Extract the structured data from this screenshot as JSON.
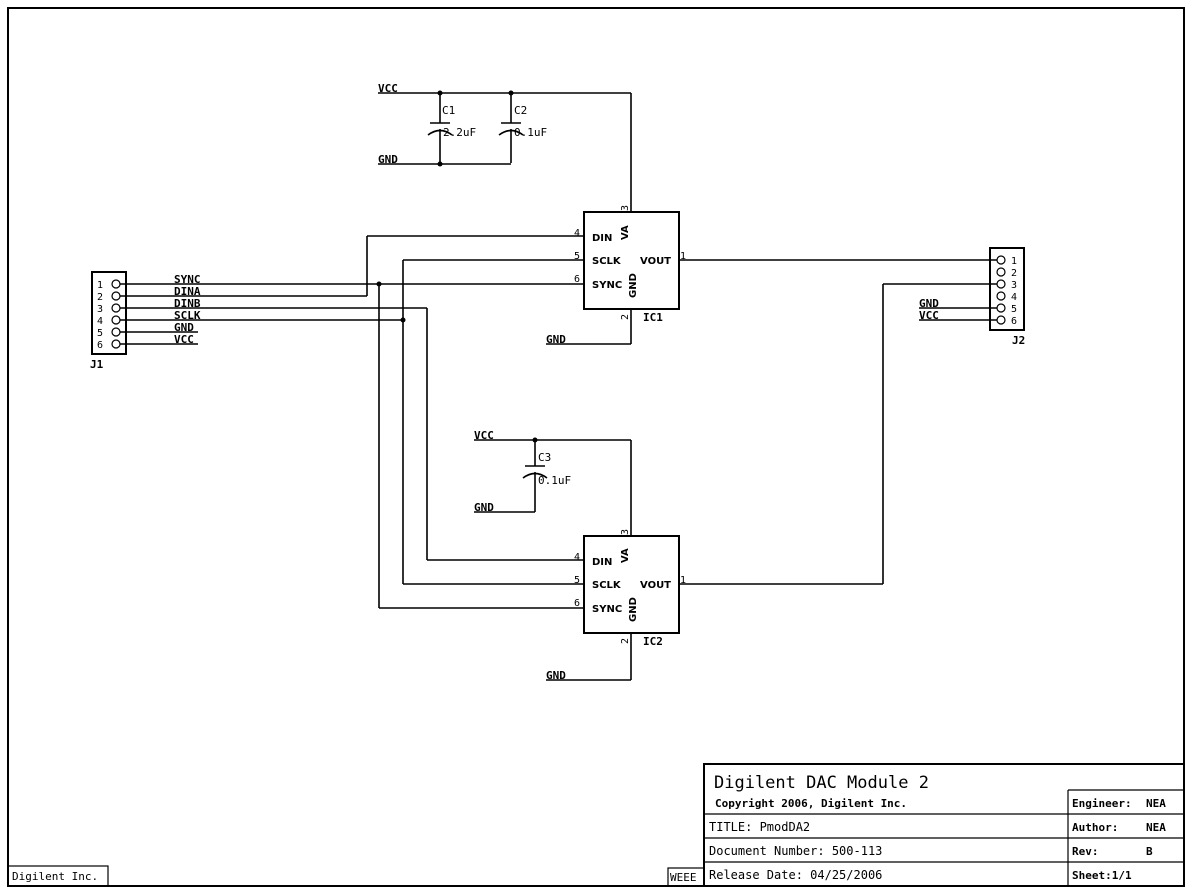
{
  "company": "Digilent Inc.",
  "weee": "WEEE",
  "title_block": {
    "main_title": "Digilent DAC Module 2",
    "copyright": "Copyright 2006, Digilent Inc.",
    "title": "TITLE: PmodDA2",
    "document_number": "Document Number: 500-113",
    "release_date": "Release Date: 04/25/2006",
    "engineer_label": "Engineer:",
    "engineer_value": "NEA",
    "author_label": "Author:",
    "author_value": "NEA",
    "rev_label": "Rev:",
    "rev_value": "B",
    "sheet": "Sheet:1/1"
  },
  "nets": {
    "vcc": "VCC",
    "gnd": "GND",
    "sync": "SYNC",
    "dina": "DINA",
    "dinb": "DINB",
    "sclk": "SCLK"
  },
  "capacitors": {
    "c1": {
      "ref": "C1",
      "value": "2.2uF"
    },
    "c2": {
      "ref": "C2",
      "value": "0.1uF"
    },
    "c3": {
      "ref": "C3",
      "value": "0.1uF"
    }
  },
  "ic1": {
    "ref": "IC1",
    "pins": {
      "din": "DIN",
      "sclk": "SCLK",
      "sync": "SYNC",
      "va": "VA",
      "gnd": "GND",
      "vout": "VOUT"
    },
    "pin_numbers": {
      "din": "4",
      "sclk": "5",
      "sync": "6",
      "va": "3",
      "gnd": "2",
      "vout": "1"
    }
  },
  "ic2": {
    "ref": "IC2",
    "pins": {
      "din": "DIN",
      "sclk": "SCLK",
      "sync": "SYNC",
      "va": "VA",
      "gnd": "GND",
      "vout": "VOUT"
    },
    "pin_numbers": {
      "din": "4",
      "sclk": "5",
      "sync": "6",
      "va": "3",
      "gnd": "2",
      "vout": "1"
    }
  },
  "j1": {
    "ref": "J1",
    "pins": [
      "1",
      "2",
      "3",
      "4",
      "5",
      "6"
    ],
    "nets": [
      "SYNC",
      "DINA",
      "DINB",
      "SCLK",
      "GND",
      "VCC"
    ]
  },
  "j2": {
    "ref": "J2",
    "pins": [
      "1",
      "2",
      "3",
      "4",
      "5",
      "6"
    ],
    "nets": [
      "GND",
      "VCC"
    ]
  }
}
